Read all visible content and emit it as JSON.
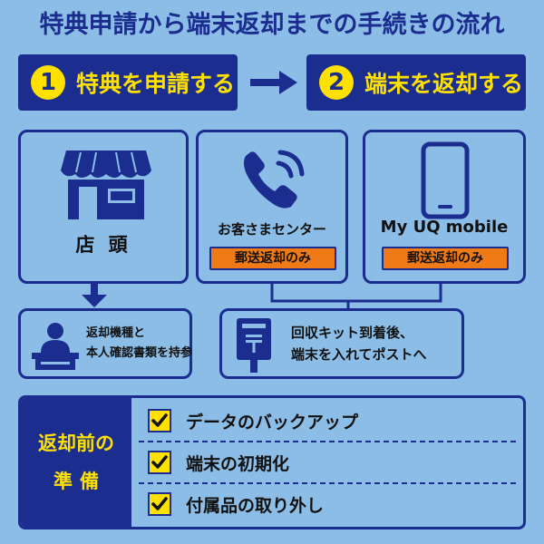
{
  "title": "特典申請から端末返却までの手続きの流れ",
  "steps": [
    {
      "num": "1",
      "label": "特典を申請する"
    },
    {
      "num": "2",
      "label": "端末を返却する"
    }
  ],
  "store": {
    "label": "店 頭"
  },
  "phone": {
    "name": "お客さまセンター",
    "badge": "郵送返却のみ"
  },
  "mobile": {
    "name": "My UQ mobile",
    "badge": "郵送返却のみ"
  },
  "bring": {
    "line1": "返却機種と",
    "line2": "本人確認書類を持参"
  },
  "post": {
    "line1": "回収キット到着後、",
    "line2": "端末を入れてポストへ"
  },
  "prep": {
    "title1": "返却前の",
    "title2": "準備",
    "items": [
      "データのバックアップ",
      "端末の初期化",
      "付属品の取り外し"
    ]
  },
  "colors": {
    "navy": "#1b2d8f",
    "yellow": "#ffe100",
    "orange": "#ef7a16",
    "background": "#8bbde6"
  }
}
